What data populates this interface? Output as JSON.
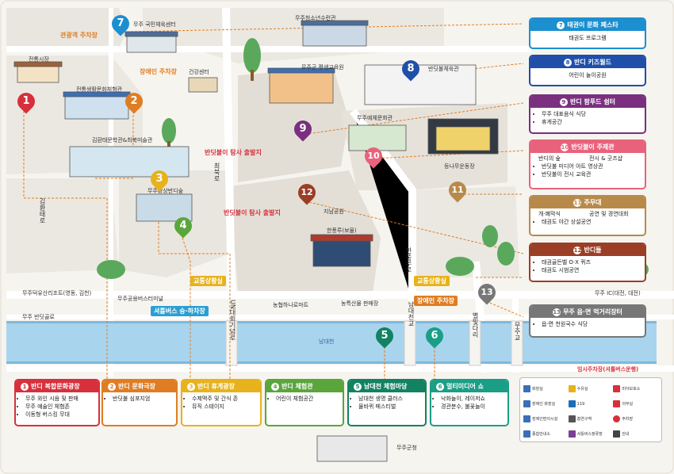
{
  "roads": {
    "west_road": "김환태로",
    "mid_road": "최북로",
    "east_road": "한풍루로",
    "river_road": "UN대회기념로",
    "namdaecheon_road": "남대천교",
    "star_bridge": "별빛다리",
    "east_bridge": "무주교",
    "north_road": "무주덕유산리조트(영동, 김천)",
    "south_road": "무주 반딧골로",
    "ic_road": "무주 IC(대전, 대전)",
    "river": "남대천"
  },
  "places": {
    "tour_parking": "관광객 주차장",
    "gym": "무주 국민체육센터",
    "youth_center": "무주청소년수련관",
    "traditional_market": "전통시장",
    "disabled_parking_1": "장애인 주차장",
    "jeonjeul": "전통생활문화체험관",
    "community_center": "무주군 평생교육원",
    "bandi_hall": "반딧불체육관",
    "health_center": "건강센터",
    "craft_hall": "김환태문학관&최북미술관",
    "arts_center": "무주예체문화관",
    "bus_stop_1": "반딧불이 탐사 출발지",
    "bus_stop_2": "반딧불이 탐사 출발지",
    "sangsang": "무주상상반디숲",
    "jisan_park": "지남공원",
    "hanpungru": "한풍루(보물)",
    "dnl_stage": "등나무운동장",
    "traffic_1": "교통상황실",
    "traffic_2": "교통상황실",
    "bus_terminal": "무주공용버스터미널",
    "shuttle": "셔틀버스 승·하차장",
    "nonghyup": "농협하나로마트",
    "farmers_market": "농특산물 판매장",
    "disabled_parking_2": "장애인 주차장",
    "temp_parking": "임시주차장(셔틀버스운행)",
    "gun_office": "무주군청"
  },
  "pins": [
    "1",
    "2",
    "3",
    "4",
    "5",
    "6",
    "7",
    "8",
    "9",
    "10",
    "11",
    "12",
    "13"
  ],
  "right_cards": [
    {
      "title": "태권이 문화 페스타",
      "num": "7",
      "color": "#1c8fd0",
      "items": [
        "태권도 프로그램"
      ]
    },
    {
      "title": "반디 키즈월드",
      "num": "8",
      "color": "#1f4fa8",
      "items": [
        "어린이 놀이공원"
      ]
    },
    {
      "title": "반디 팜푸드 쉼터",
      "num": "9",
      "color": "#7a2f7f",
      "items": [
        "무주 대표음식 식당",
        "휴게공간"
      ]
    },
    {
      "title": "반딧불이 주제관",
      "num": "10",
      "color": "#e9627b",
      "items": [
        "반디의 숲",
        "전시 & 굿즈샵",
        "반딧불 미디어 아트 영상관",
        "반딧불이 전시 교육관"
      ]
    },
    {
      "title": "주무대",
      "num": "11",
      "color": "#b88a4a",
      "items": [
        "개·폐막식",
        "공연 및 경연대회",
        "태권도 야간 상설공연"
      ]
    },
    {
      "title": "반디들",
      "num": "12",
      "color": "#9b3e26",
      "items": [
        "태권골든벨 O·X 퀴즈",
        "태권도 시범공연"
      ]
    },
    {
      "title": "무주 읍·면 먹거리장터",
      "num": "13",
      "color": "#777777",
      "items": [
        "읍·면 천원국수 식당"
      ]
    }
  ],
  "bottom_cards": [
    {
      "title": "반디 복합문화광장",
      "num": "1",
      "color": "#d7303c",
      "items": [
        "무주 와인 시음 및 판매",
        "무주 예술인 체험존",
        "이동형 버스킹 무대"
      ]
    },
    {
      "title": "반디 문화극장",
      "num": "2",
      "color": "#e07d22",
      "items": [
        "반딧불 심포지엄"
      ]
    },
    {
      "title": "반디 휴게광장",
      "num": "3",
      "color": "#e7b21c",
      "items": [
        "수제맥주 및 간식 존",
        "뮤직 스테이지"
      ]
    },
    {
      "title": "반디 체험관",
      "num": "4",
      "color": "#5aa63c",
      "items": [
        "어린이 체험공간"
      ]
    },
    {
      "title": "남대천 체험마당",
      "num": "5",
      "color": "#138262",
      "items": [
        "남대천 생명 클러스",
        "물바퀴 페스티벌"
      ]
    },
    {
      "title": "멀티미디어 쇼",
      "num": "6",
      "color": "#1b9e86",
      "items": [
        "낙화놀이, 레이저쇼",
        "경관분수, 불꽃놀이"
      ]
    }
  ],
  "legend": [
    {
      "icon": "restroom-icon",
      "label": "화장실",
      "color": "#3b6fb6"
    },
    {
      "icon": "water-icon",
      "label": "수유실",
      "color": "#e7b21c"
    },
    {
      "icon": "disabled-restroom-icon",
      "label": "장애인 화장실",
      "color": "#3b6fb6"
    },
    {
      "icon": "emergency-icon",
      "label": "119",
      "color": "#1b6fb8"
    },
    {
      "icon": "child-icon",
      "label": "미아보호소",
      "color": "#d7303c"
    },
    {
      "icon": "parking-icon",
      "label": "주차장",
      "color": "#d7303c"
    },
    {
      "icon": "info-icon",
      "label": "종합안내소",
      "color": "#3b6fb6"
    },
    {
      "icon": "ticket-icon",
      "label": "셔틀버스정류장",
      "color": "#7a3f96"
    },
    {
      "icon": "first-aid-icon",
      "label": "의무실",
      "color": "#d7303c"
    },
    {
      "icon": "smoke-icon",
      "label": "흡연구역",
      "color": "#555555"
    },
    {
      "icon": "accessible-icon",
      "label": "장애인편의시설",
      "color": "#3b6fb6"
    },
    {
      "icon": "media-icon",
      "label": "안내",
      "color": "#444444"
    }
  ]
}
